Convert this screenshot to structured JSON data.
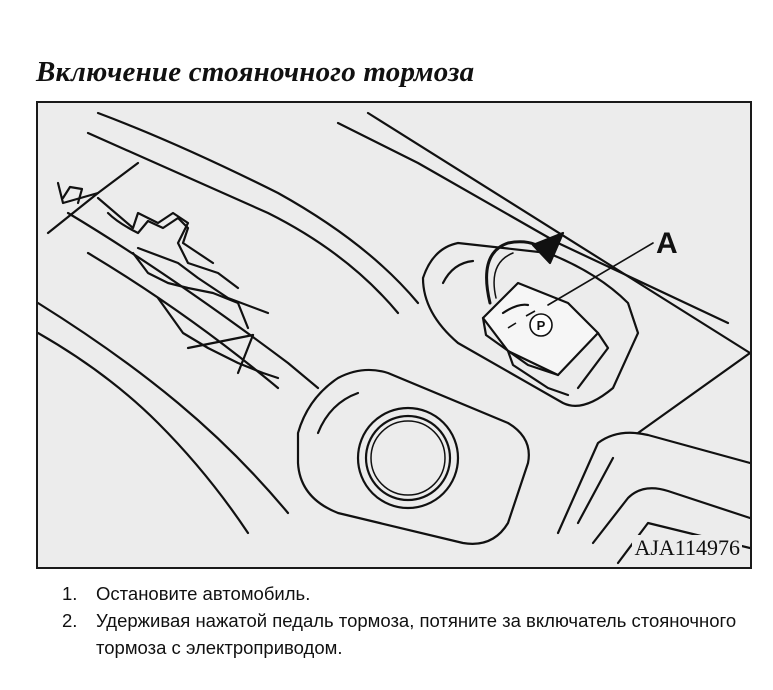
{
  "title": "Включение стояночного тормоза",
  "figure": {
    "callout_label": "A",
    "code": "AJA114976",
    "parking_symbol": "P"
  },
  "steps": [
    {
      "number": "1.",
      "text": "Остановите автомобиль."
    },
    {
      "number": "2.",
      "text": "Удерживая нажатой педаль тормоза, потяните за включатель стояночного тормоза с электроприводом."
    }
  ]
}
